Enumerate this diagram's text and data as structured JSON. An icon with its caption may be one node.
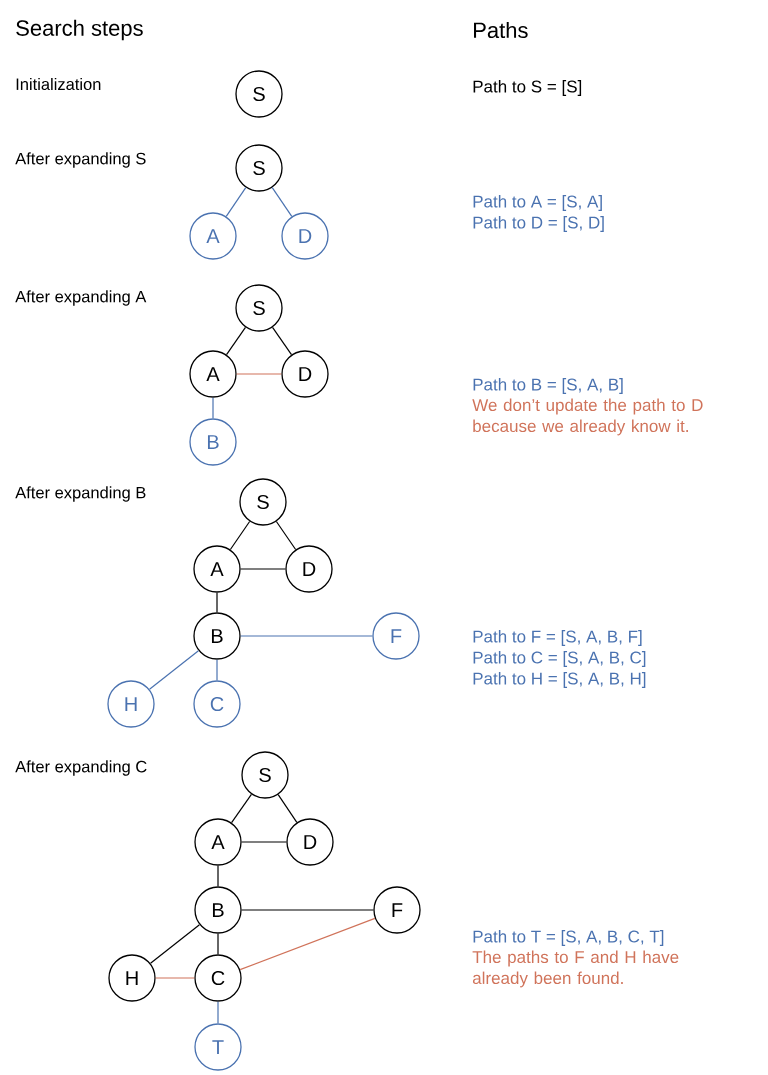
{
  "diagram": {
    "nodes": [
      {
        "text": [
          "S"
        ]
      },
      {
        "text": [
          "S"
        ]
      },
      {
        "text": [
          "A"
        ]
      },
      {
        "text": [
          "D"
        ]
      },
      {
        "text": [
          "S"
        ]
      },
      {
        "text": [
          "A"
        ]
      },
      {
        "text": [
          "D"
        ]
      },
      {
        "text": [
          "B"
        ]
      },
      {
        "text": [
          "S"
        ]
      },
      {
        "text": [
          "A"
        ]
      },
      {
        "text": [
          "D"
        ]
      },
      {
        "text": [
          "B"
        ]
      },
      {
        "text": [
          "F"
        ]
      },
      {
        "text": [
          "H"
        ]
      },
      {
        "text": [
          "C"
        ]
      },
      {
        "text": [
          "S"
        ]
      },
      {
        "text": [
          "A"
        ]
      },
      {
        "text": [
          "D"
        ]
      },
      {
        "text": [
          "B"
        ]
      },
      {
        "text": [
          "F"
        ]
      },
      {
        "text": [
          "H"
        ]
      },
      {
        "text": [
          "C"
        ]
      },
      {
        "text": [
          "T"
        ]
      }
    ],
    "edges": [
      {
        "from": 1,
        "to": 2,
        "arrow": "none",
        "color": "#4a72b0"
      },
      {
        "from": 1,
        "to": 3,
        "arrow": "none",
        "color": "#4a72b0"
      },
      {
        "from": 4,
        "to": 5,
        "arrow": "none"
      },
      {
        "from": 4,
        "to": 6,
        "arrow": "none"
      },
      {
        "from": 5,
        "to": 6,
        "arrow": "none",
        "color": "#d0735a"
      },
      {
        "from": 5,
        "to": 7,
        "arrow": "none",
        "color": "#4a72b0"
      },
      {
        "from": 8,
        "to": 9,
        "arrow": "none"
      },
      {
        "from": 8,
        "to": 10,
        "arrow": "none"
      },
      {
        "from": 9,
        "to": 10,
        "arrow": "none"
      },
      {
        "from": 9,
        "to": 11,
        "arrow": "none"
      },
      {
        "from": 11,
        "to": 12,
        "arrow": "none",
        "color": "#4a72b0"
      },
      {
        "from": 11,
        "to": 13,
        "arrow": "none",
        "color": "#4a72b0"
      },
      {
        "from": 11,
        "to": 14,
        "arrow": "none",
        "color": "#4a72b0"
      },
      {
        "from": 15,
        "to": 16,
        "arrow": "none"
      },
      {
        "from": 15,
        "to": 17,
        "arrow": "none"
      },
      {
        "from": 16,
        "to": 17,
        "arrow": "none"
      },
      {
        "from": 16,
        "to": 18,
        "arrow": "none"
      },
      {
        "from": 18,
        "to": 19,
        "arrow": "none"
      },
      {
        "from": 18,
        "to": 20,
        "arrow": "none"
      },
      {
        "from": 18,
        "to": 21,
        "arrow": "none"
      },
      {
        "from": 20,
        "to": 21,
        "arrow": "none",
        "color": "#d0735a"
      },
      {
        "from": 21,
        "to": 19,
        "arrow": "none",
        "color": "#d0735a"
      },
      {
        "from": 21,
        "to": 22,
        "arrow": "none",
        "color": "#4a72b0"
      }
    ],
    "labels": [
      "Search steps",
      "Paths",
      "Initialization",
      "Path to S = [S]",
      "After expanding S",
      "Path to A = [S, A]",
      "Path to D = [S, D]",
      "After expanding A",
      "Path to B = [S, A, B]",
      "We don’t update the path to D because we already know it.",
      "After expanding B",
      "Path to F = [S, A, B, F]",
      "Path to C = [S, A, B, C]",
      "Path to H = [S, A, B, H]",
      "After expanding C",
      "Path to T = [S, A, B, C, T]",
      "The paths to F and H have already been found."
    ]
  }
}
